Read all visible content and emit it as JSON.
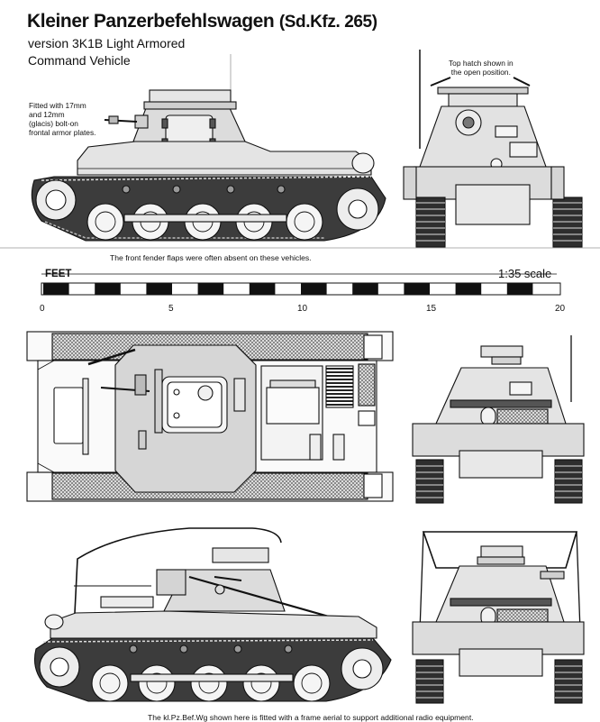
{
  "title": {
    "main": "Kleiner Panzerbefehlswagen",
    "code": "(Sd.Kfz. 265)"
  },
  "subtitle": {
    "line1": "version 3K1B Light Armored",
    "line2": "Command Vehicle"
  },
  "notes": {
    "armor": [
      "Fitted with 17mm",
      "and 12mm",
      "(glacis) bolt-on",
      "frontal armor plates."
    ],
    "hatch": [
      "Top hatch shown in",
      "the open position."
    ]
  },
  "captions": {
    "fender": "The front fender flaps were often absent on these vehicles.",
    "bottom": "The kl.Pz.Bef.Wg shown here is fitted with a frame aerial to support additional radio equipment."
  },
  "scale": {
    "unit": "FEET",
    "ratio": "1:35 scale",
    "ticks": [
      "0",
      "5",
      "10",
      "15",
      "20"
    ],
    "max_feet": 20
  },
  "colors": {
    "ink": "#111111",
    "hull": "#d9d9d9",
    "dark": "#3a3a3a",
    "shade": "#8c8c8c",
    "light": "#ececec"
  }
}
